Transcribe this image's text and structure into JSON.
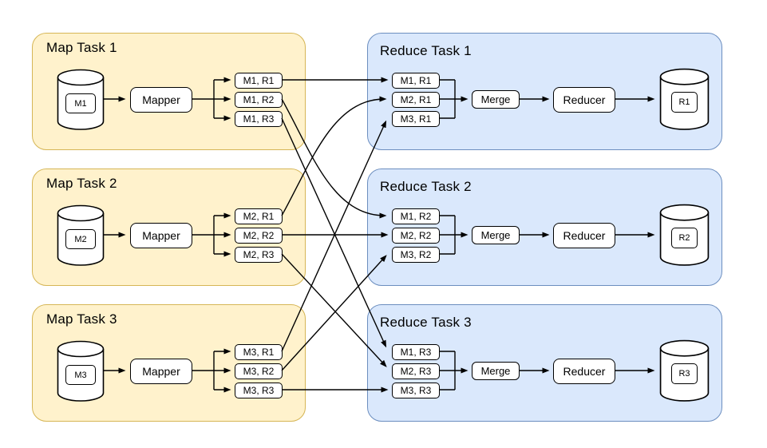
{
  "colors": {
    "map_fill": "#FFF2CC",
    "map_stroke": "#D6B656",
    "reduce_fill": "#DAE8FC",
    "reduce_stroke": "#6C8EBF",
    "node_fill": "#FFFFFF",
    "line": "#000000"
  },
  "map_tasks": [
    {
      "title": "Map Task 1",
      "source_label": "M1",
      "mapper_label": "Mapper",
      "outputs": [
        "M1, R1",
        "M1, R2",
        "M1, R3"
      ]
    },
    {
      "title": "Map Task 2",
      "source_label": "M2",
      "mapper_label": "Mapper",
      "outputs": [
        "M2, R1",
        "M2, R2",
        "M2, R3"
      ]
    },
    {
      "title": "Map Task 3",
      "source_label": "M3",
      "mapper_label": "Mapper",
      "outputs": [
        "M3, R1",
        "M3, R2",
        "M3, R3"
      ]
    }
  ],
  "reduce_tasks": [
    {
      "title": "Reduce Task 1",
      "inputs": [
        "M1, R1",
        "M2, R1",
        "M3, R1"
      ],
      "merge_label": "Merge",
      "reducer_label": "Reducer",
      "output_label": "R1"
    },
    {
      "title": "Reduce Task 2",
      "inputs": [
        "M1, R2",
        "M2, R2",
        "M3, R2"
      ],
      "merge_label": "Merge",
      "reducer_label": "Reducer",
      "output_label": "R2"
    },
    {
      "title": "Reduce Task 3",
      "inputs": [
        "M1, R3",
        "M2, R3",
        "M3, R3"
      ],
      "merge_label": "Merge",
      "reducer_label": "Reducer",
      "output_label": "R3"
    }
  ]
}
